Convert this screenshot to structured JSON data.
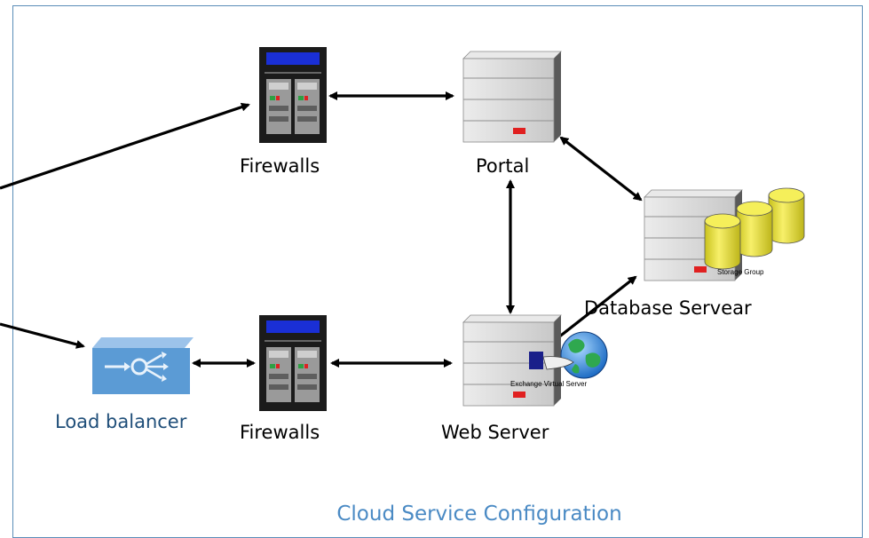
{
  "nodes": {
    "firewall_top": "Firewalls",
    "portal": "Portal",
    "database": "Database Servear",
    "storage": "Storage Group",
    "load_balancer": "Load balancer",
    "firewall_bottom": "Firewalls",
    "web_server": "Web Server",
    "exchange": "Exchange Virtual Server"
  },
  "caption": "Cloud Service Configuration",
  "colors": {
    "frame": "#5b8db8",
    "caption": "#4a8ac4",
    "load_balancer": "#5b9bd5",
    "firewall_screen": "#1a2fd6",
    "server_body": "#d4d4d4",
    "indicator": "#e02020",
    "storage": "#f2ea3c"
  },
  "icons": [
    "firewall-icon",
    "server-icon",
    "load-balancer-icon",
    "database-cylinder-icon",
    "globe-icon"
  ]
}
